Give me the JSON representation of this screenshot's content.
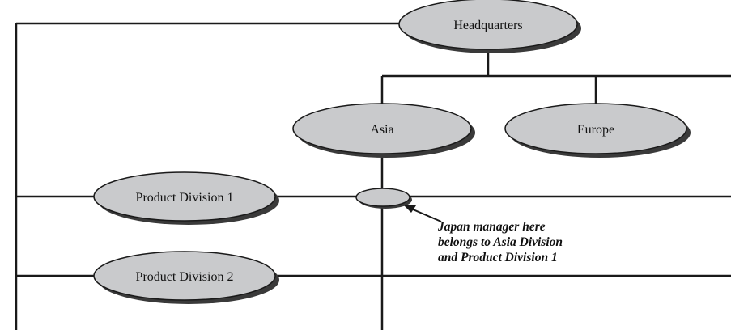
{
  "colors": {
    "node_fill": "#c9cacc",
    "node_stroke": "#1a1a1a",
    "node_shadow": "#3a3a3a",
    "line": "#1a1a1a",
    "background": "#ffffff"
  },
  "nodes": {
    "headquarters": "Headquarters",
    "asia": "Asia",
    "europe": "Europe",
    "product_division_1": "Product Division 1",
    "product_division_2": "Product Division 2"
  },
  "annotation": {
    "line1": "Japan manager here",
    "line2": "belongs to Asia Division",
    "line3": "and Product Division 1"
  }
}
